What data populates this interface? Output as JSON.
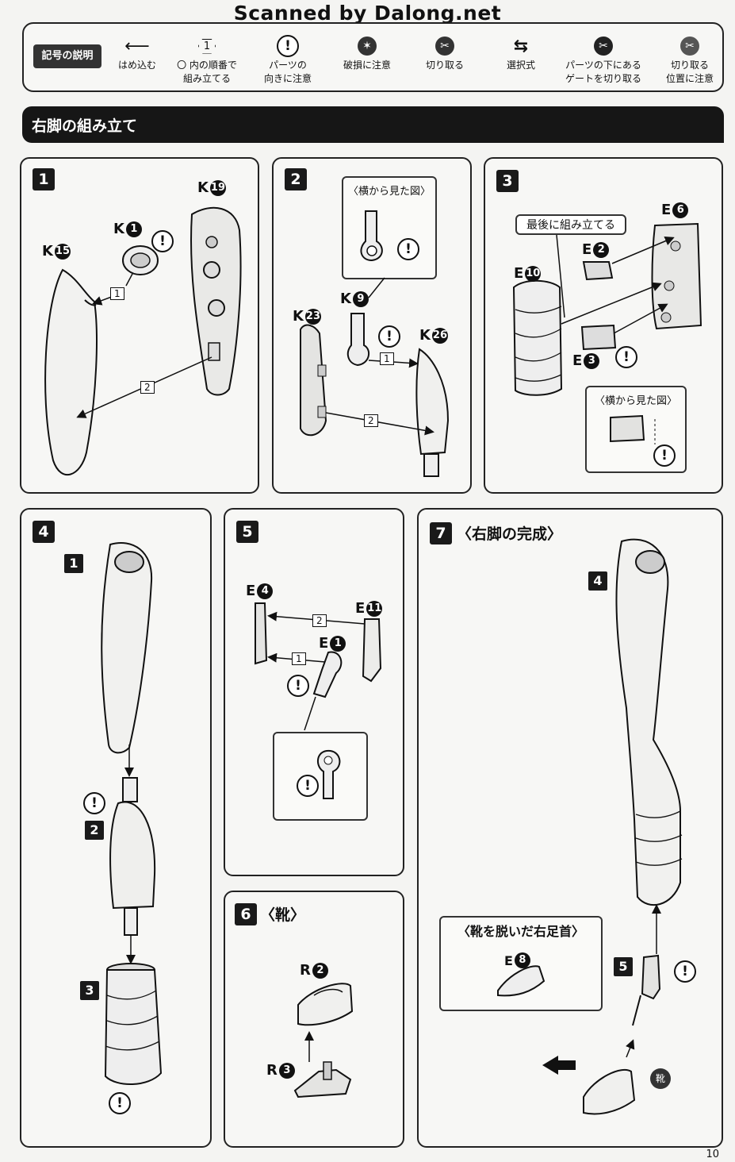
{
  "watermark": "Scanned by Dalong.net",
  "legend": {
    "title": "記号の説明",
    "items": [
      {
        "icon": "push-in-arrow-icon",
        "line1": "はめ込む",
        "line2": ""
      },
      {
        "icon": "hexagon-number-icon",
        "symbol": "1",
        "line1": "〇 内の順番で",
        "line2": "組み立てる"
      },
      {
        "icon": "exclamation-icon",
        "line1": "パーツの",
        "line2": "向きに注意"
      },
      {
        "icon": "breakage-icon",
        "line1": "破損に注意",
        "line2": ""
      },
      {
        "icon": "cut-icon",
        "line1": "切り取る",
        "line2": ""
      },
      {
        "icon": "choice-arrows-icon",
        "line1": "選択式",
        "line2": ""
      },
      {
        "icon": "gate-cut-icon",
        "line1": "パーツの下にある",
        "line2": "ゲートを切り取る"
      },
      {
        "icon": "cut-position-icon",
        "line1": "切り取る",
        "line2": "位置に注意"
      }
    ]
  },
  "section_title": "右脚の組み立て",
  "steps": {
    "s1": {
      "num": "1",
      "parts": {
        "k15": {
          "letter": "K",
          "num": "15"
        },
        "k1": {
          "letter": "K",
          "num": "1"
        },
        "k19": {
          "letter": "K",
          "num": "19"
        }
      },
      "order1": "1",
      "order2": "2"
    },
    "s2": {
      "num": "2",
      "side_view": "〈横から見た図〉",
      "parts": {
        "k9": {
          "letter": "K",
          "num": "9"
        },
        "k23": {
          "letter": "K",
          "num": "23"
        },
        "k26": {
          "letter": "K",
          "num": "26"
        }
      },
      "order1": "1",
      "order2": "2"
    },
    "s3": {
      "num": "3",
      "last_note": "最後に組み立てる",
      "side_view": "〈横から見た図〉",
      "parts": {
        "e10": {
          "letter": "E",
          "num": "10"
        },
        "e2": {
          "letter": "E",
          "num": "2"
        },
        "e6": {
          "letter": "E",
          "num": "6"
        },
        "e3": {
          "letter": "E",
          "num": "3"
        }
      }
    },
    "s4": {
      "num": "4",
      "sub": [
        "1",
        "2",
        "3"
      ]
    },
    "s5": {
      "num": "5",
      "parts": {
        "e4": {
          "letter": "E",
          "num": "4"
        },
        "e11": {
          "letter": "E",
          "num": "11"
        },
        "e1": {
          "letter": "E",
          "num": "1"
        }
      },
      "order1": "1",
      "order2": "2"
    },
    "s6": {
      "num": "6",
      "title": "〈靴〉",
      "parts": {
        "r2": {
          "letter": "R",
          "num": "2"
        },
        "r3": {
          "letter": "R",
          "num": "3"
        }
      }
    },
    "s7": {
      "num": "7",
      "title": "〈右脚の完成〉",
      "barefoot_title": "〈靴を脱いだ右足首〉",
      "parts": {
        "e8": {
          "letter": "E",
          "num": "8"
        }
      },
      "sub": [
        "4",
        "5"
      ],
      "shoe_badge": "靴"
    }
  },
  "exclamation": "!",
  "page_number": "10"
}
